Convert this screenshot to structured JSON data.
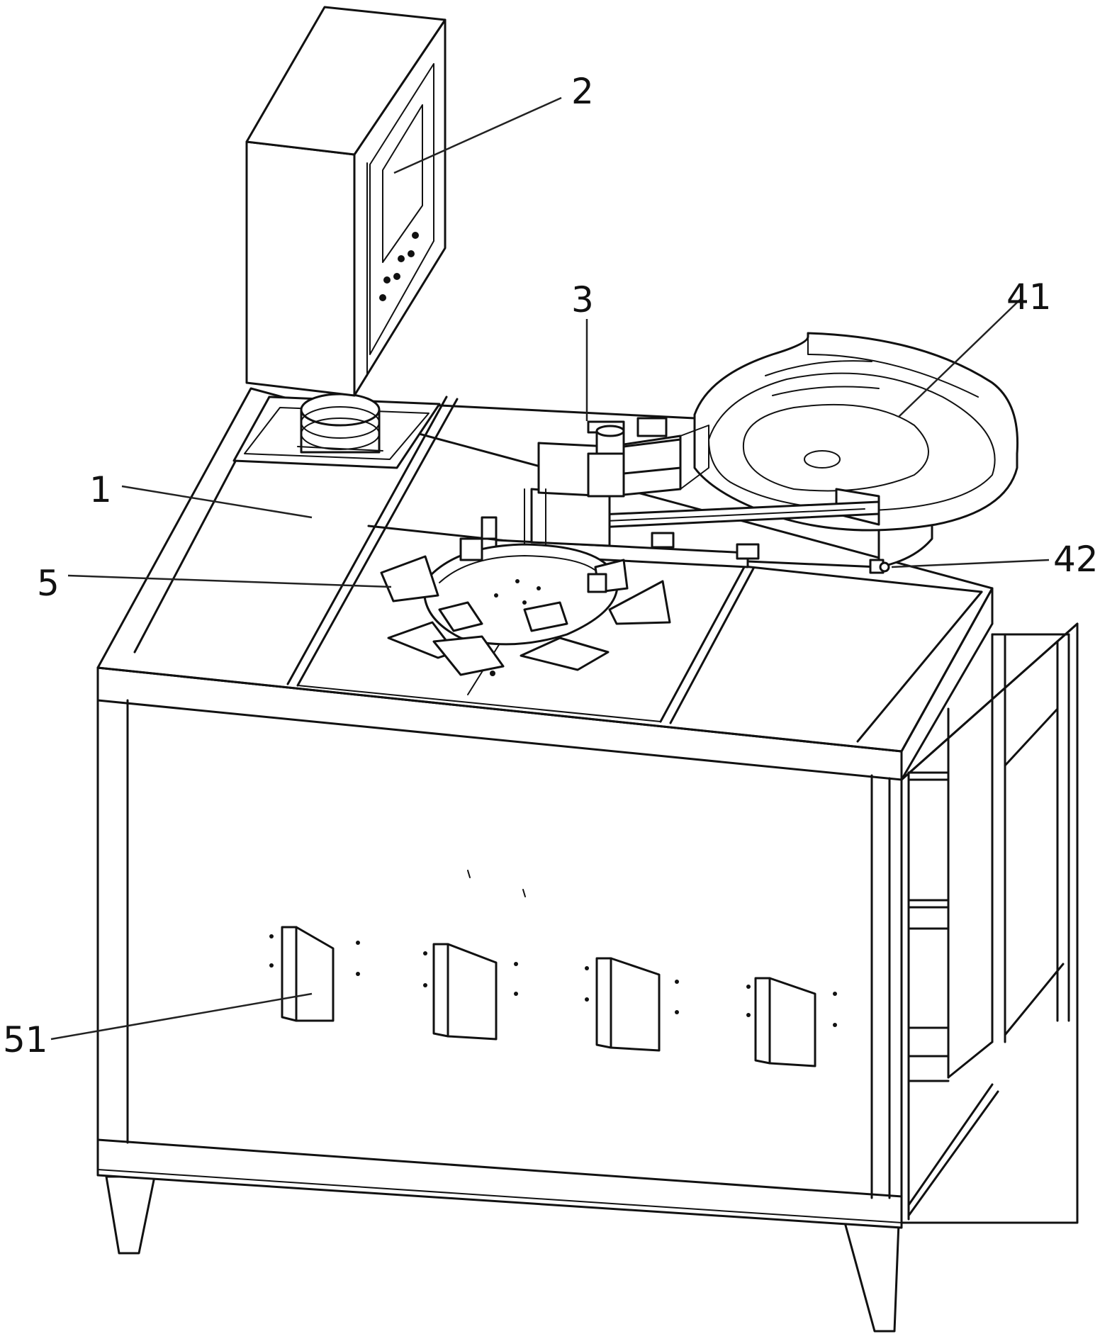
{
  "figure": {
    "labels": [
      {
        "id": "1",
        "text": "1",
        "part": "machine-table"
      },
      {
        "id": "2",
        "text": "2",
        "part": "control-screen"
      },
      {
        "id": "3",
        "text": "3",
        "part": "assembly-head"
      },
      {
        "id": "41",
        "text": "41",
        "part": "vibratory-bowl-feeder"
      },
      {
        "id": "42",
        "text": "42",
        "part": "feed-rail"
      },
      {
        "id": "5",
        "text": "5",
        "part": "rotary-indexing-table"
      },
      {
        "id": "51",
        "text": "51",
        "part": "discharge-chute"
      }
    ]
  },
  "colors": {
    "line": "#111111",
    "background": "#ffffff"
  }
}
